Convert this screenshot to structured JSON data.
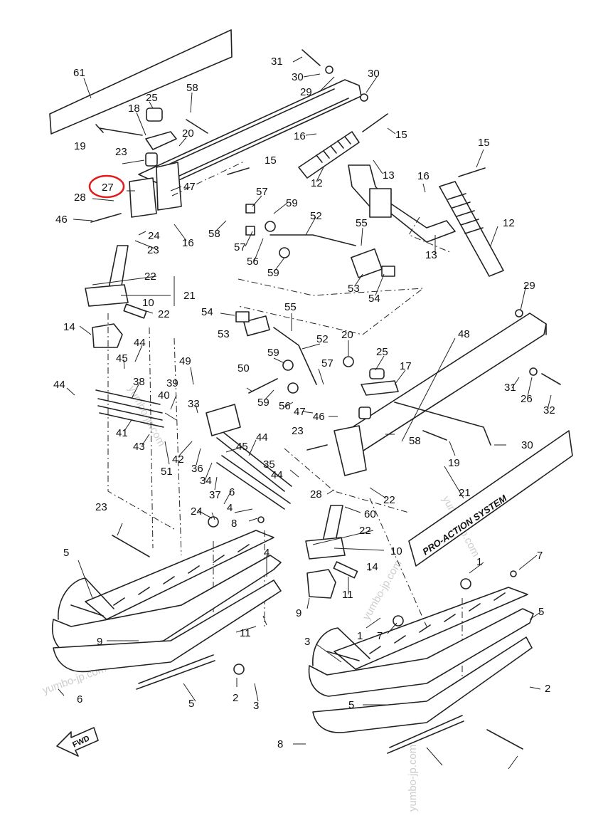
{
  "highlight": {
    "label": "27",
    "color": "#e11b1b"
  },
  "labels": [
    "61",
    "58",
    "25",
    "18",
    "20",
    "19",
    "23",
    "27",
    "28",
    "46",
    "47",
    "24",
    "23",
    "16",
    "58",
    "31",
    "30",
    "29",
    "30",
    "15",
    "16",
    "12",
    "13",
    "15",
    "16",
    "15",
    "57",
    "59",
    "52",
    "57",
    "55",
    "56",
    "59",
    "53",
    "54",
    "12",
    "13",
    "22",
    "21",
    "10",
    "22",
    "14",
    "45",
    "44",
    "38",
    "44",
    "41",
    "43",
    "39",
    "40",
    "33",
    "49",
    "51",
    "42",
    "36",
    "34",
    "37",
    "50",
    "59",
    "54",
    "53",
    "55",
    "52",
    "20",
    "25",
    "17",
    "59",
    "57",
    "56",
    "47",
    "46",
    "23",
    "58",
    "19",
    "30",
    "29",
    "31",
    "26",
    "32",
    "48",
    "44",
    "45",
    "35",
    "44",
    "6",
    "4",
    "8",
    "24",
    "23",
    "28",
    "60",
    "22",
    "21",
    "22",
    "10",
    "14",
    "11",
    "9",
    "1",
    "7",
    "5",
    "9",
    "11",
    "2",
    "3",
    "5",
    "4",
    "6",
    "1",
    "7",
    "3",
    "5",
    "5",
    "2",
    "8"
  ],
  "fwd_label": "FWD",
  "decal_text": "PRO-ACTION SYSTEM",
  "watermarks": [
    "yumbo-jp.com",
    "yumbo-jp.com",
    "yumbo-jp.com",
    "yumbo-jp.com",
    "yumbo-jp.com"
  ]
}
